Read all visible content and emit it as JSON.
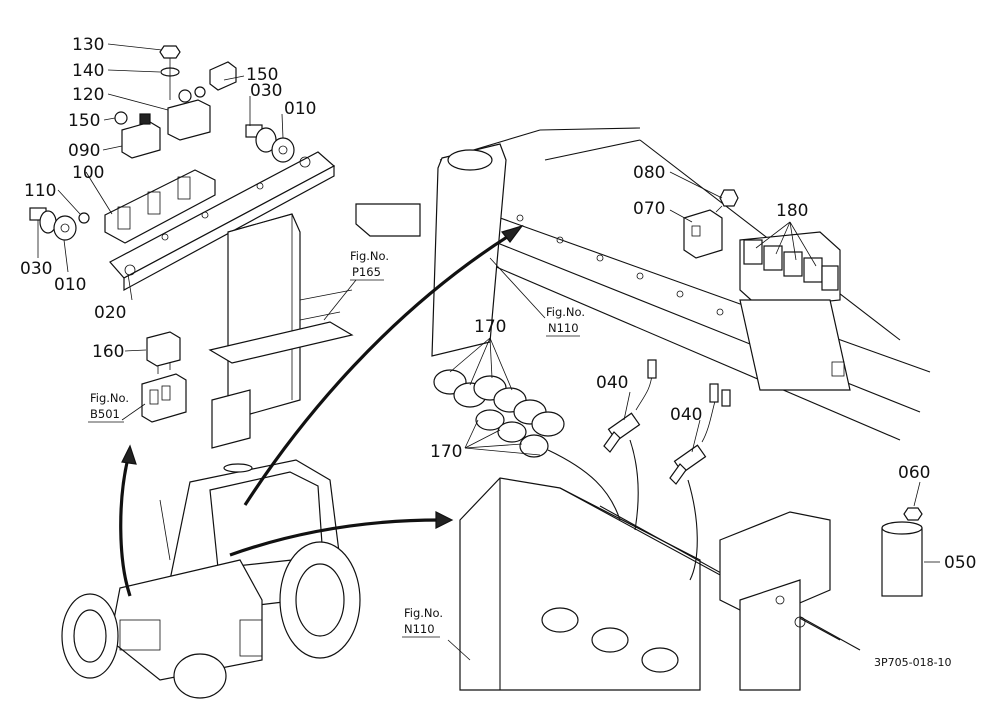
{
  "part_labels": {
    "p130": "130",
    "p140": "140",
    "p150_top": "150",
    "p120": "120",
    "p030_top": "030",
    "p010_top": "010",
    "p150_left": "150",
    "p090": "090",
    "p110": "110",
    "p100": "100",
    "p030_left": "030",
    "p010_left": "010",
    "p020": "020",
    "p160": "160",
    "p080": "080",
    "p070": "070",
    "p180": "180",
    "p170_top": "170",
    "p170_bottom": "170",
    "p040_a": "040",
    "p040_b": "040",
    "p060": "060",
    "p050": "050"
  },
  "figure_refs": {
    "p165": {
      "title": "Fig.No.",
      "number": "P165"
    },
    "n110_top": {
      "title": "Fig.No.",
      "number": "N110"
    },
    "b501": {
      "title": "Fig.No.",
      "number": "B501"
    },
    "n110_bottom": {
      "title": "Fig.No.",
      "number": "N110"
    }
  },
  "drawing_code": "3P705-018-10"
}
